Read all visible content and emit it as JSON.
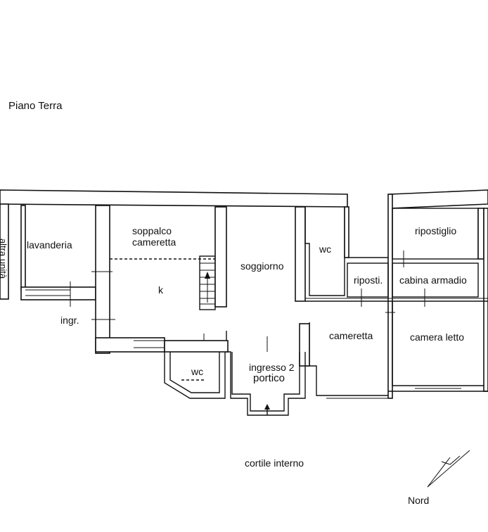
{
  "title": "Piano Terra",
  "side_label": "altra unità",
  "rooms": {
    "lavanderia": "lavanderia",
    "soppalco": "soppalco",
    "soppalco_sub": "cameretta",
    "k": "k",
    "ingr": "ingr.",
    "soggiorno": "soggiorno",
    "wc_top": "wc",
    "ripostiglio": "ripostiglio",
    "riposti": "riposti.",
    "cabina": "cabina armadio",
    "cameretta": "cameretta",
    "camera_letto": "camera letto",
    "wc_bottom": "wc",
    "ingresso": "ingresso 2",
    "portico": "portico"
  },
  "outside": "cortile interno",
  "north": "Nord",
  "colors": {
    "ink": "#111111",
    "background": "#ffffff"
  }
}
